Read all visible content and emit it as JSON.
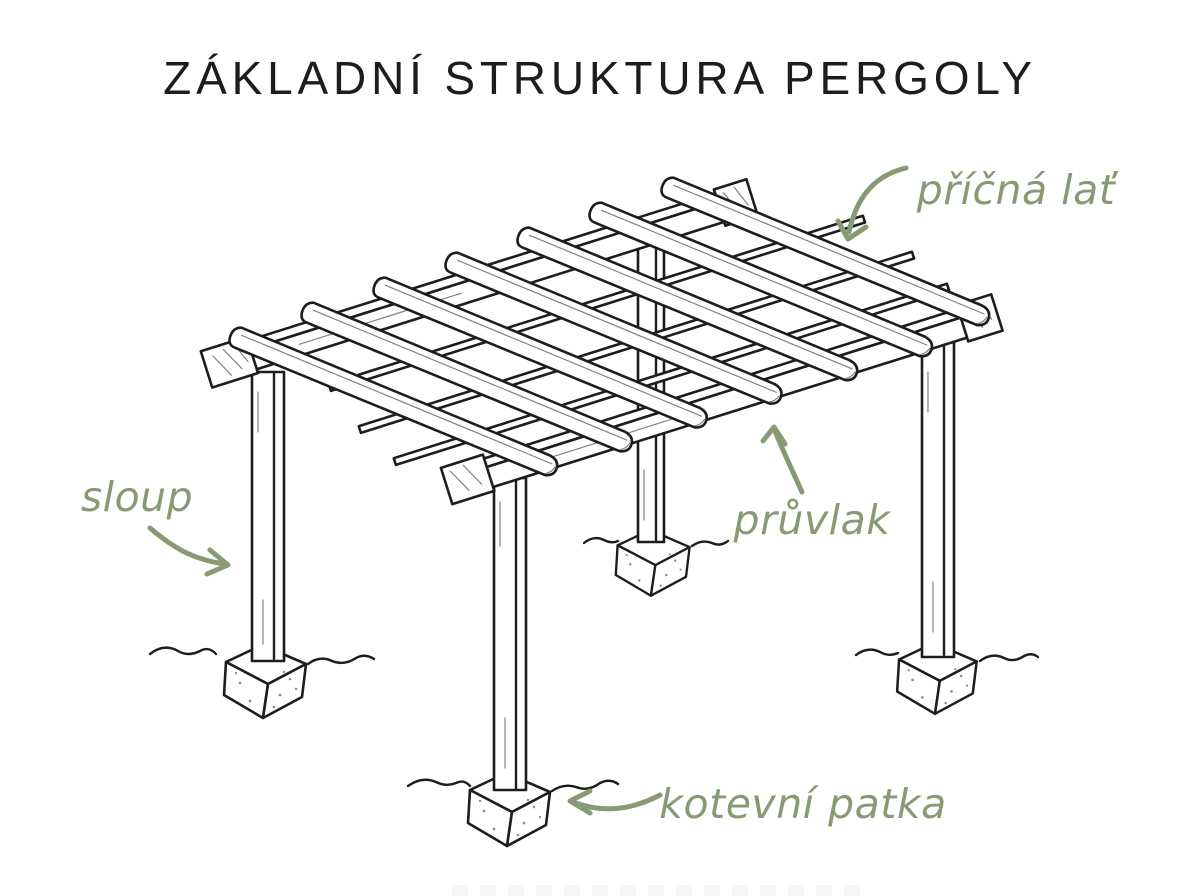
{
  "title": "ZÁKLADNÍ STRUKTURA PERGOLY",
  "colors": {
    "ink": "#1d1d1d",
    "accent_green": "#879a74",
    "paper": "#ffffff"
  },
  "labels": [
    {
      "id": "pricna-lat",
      "text": "příčná lať",
      "points_to": "rafter"
    },
    {
      "id": "sloup",
      "text": "sloup",
      "points_to": "post"
    },
    {
      "id": "pruvlak",
      "text": "průvlak",
      "points_to": "beam"
    },
    {
      "id": "kotevni-patka",
      "text": "kotevní patka",
      "points_to": "footing"
    }
  ],
  "parts": {
    "posts": 4,
    "footings": 4,
    "beams": 2,
    "rafters": 7,
    "laths": 3
  }
}
